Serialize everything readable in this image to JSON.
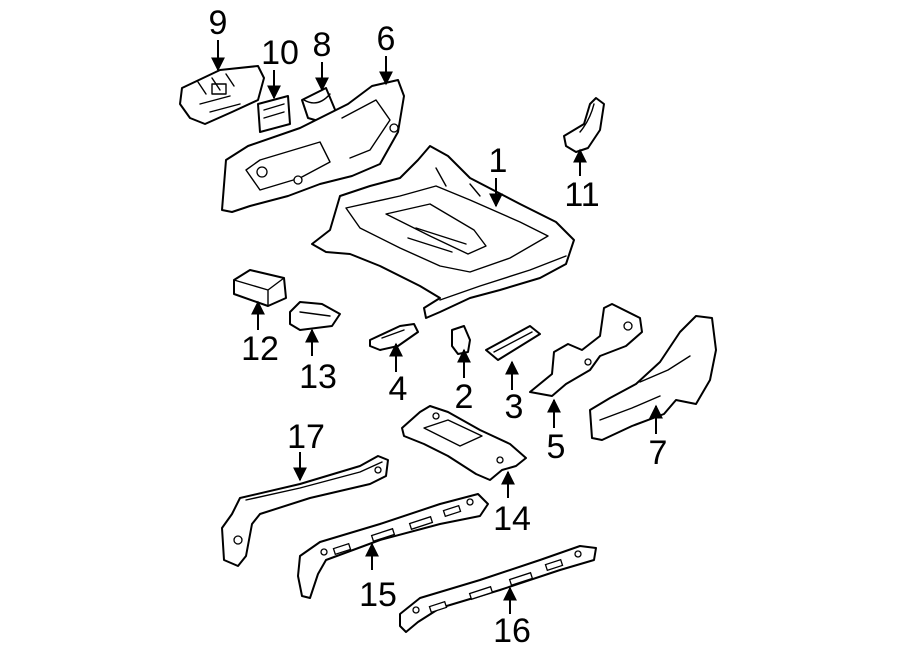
{
  "callouts": [
    {
      "id": "callout-1",
      "label": "1"
    },
    {
      "id": "callout-2",
      "label": "2"
    },
    {
      "id": "callout-3",
      "label": "3"
    },
    {
      "id": "callout-4",
      "label": "4"
    },
    {
      "id": "callout-5",
      "label": "5"
    },
    {
      "id": "callout-6",
      "label": "6"
    },
    {
      "id": "callout-7",
      "label": "7"
    },
    {
      "id": "callout-8",
      "label": "8"
    },
    {
      "id": "callout-9",
      "label": "9"
    },
    {
      "id": "callout-10",
      "label": "10"
    },
    {
      "id": "callout-11",
      "label": "11"
    },
    {
      "id": "callout-12",
      "label": "12"
    },
    {
      "id": "callout-13",
      "label": "13"
    },
    {
      "id": "callout-14",
      "label": "14"
    },
    {
      "id": "callout-15",
      "label": "15"
    },
    {
      "id": "callout-16",
      "label": "16"
    },
    {
      "id": "callout-17",
      "label": "17"
    }
  ]
}
